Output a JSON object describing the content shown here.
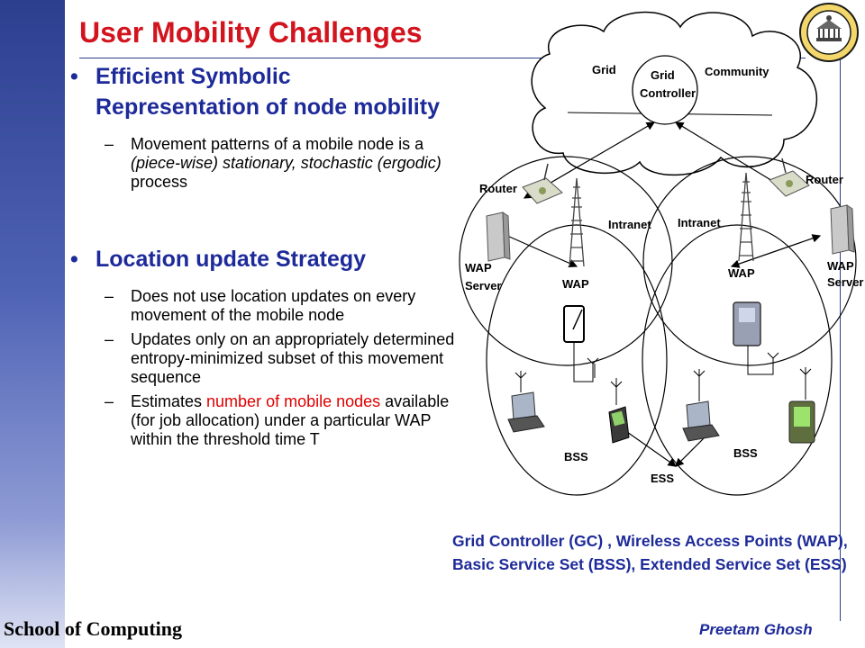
{
  "title": "User Mobility Challenges",
  "bullets": {
    "b1": {
      "text": "Efficient Symbolic Representation of node mobility",
      "sub1": {
        "t1": "Movement patterns of a mobile node is a ",
        "em1": "(piece-wise) stationary, stochastic (ergodic)",
        "t2": " process"
      }
    },
    "b2": {
      "text": "Location update Strategy",
      "sub1": "Does not use location updates on every movement of the mobile node",
      "sub2": "Updates only on an appropriately determined entropy-minimized subset of this movement sequence",
      "sub3": {
        "t1": "Estimates ",
        "red": "number of mobile nodes",
        "t2": " available (for job allocation) under a particular WAP within the threshold time T"
      }
    }
  },
  "diagram": {
    "grid": "Grid",
    "grid_controller_1": "Grid",
    "grid_controller_2": "Controller",
    "community": "Community",
    "router_left": "Router",
    "router_right": "Router",
    "intranet_left": "Intranet",
    "intranet_right": "Intranet",
    "wap_server_left_1": "WAP",
    "wap_server_left_2": "Server",
    "wap_server_right_1": "WAP",
    "wap_server_right_2": "Server",
    "wap_left": "WAP",
    "wap_right": "WAP",
    "bss_left": "BSS",
    "bss_right": "BSS",
    "ess": "ESS"
  },
  "caption": "Grid Controller (GC) , Wireless Access Points (WAP), Basic Service Set (BSS), Extended Service Set (ESS)",
  "footer": {
    "left": "School of Computing",
    "right": "Preetam Ghosh"
  },
  "colors": {
    "title": "#d2141e",
    "accent_blue": "#1d2a99",
    "sidebar": "#2c3f8f",
    "highlight_red": "#e00000"
  }
}
